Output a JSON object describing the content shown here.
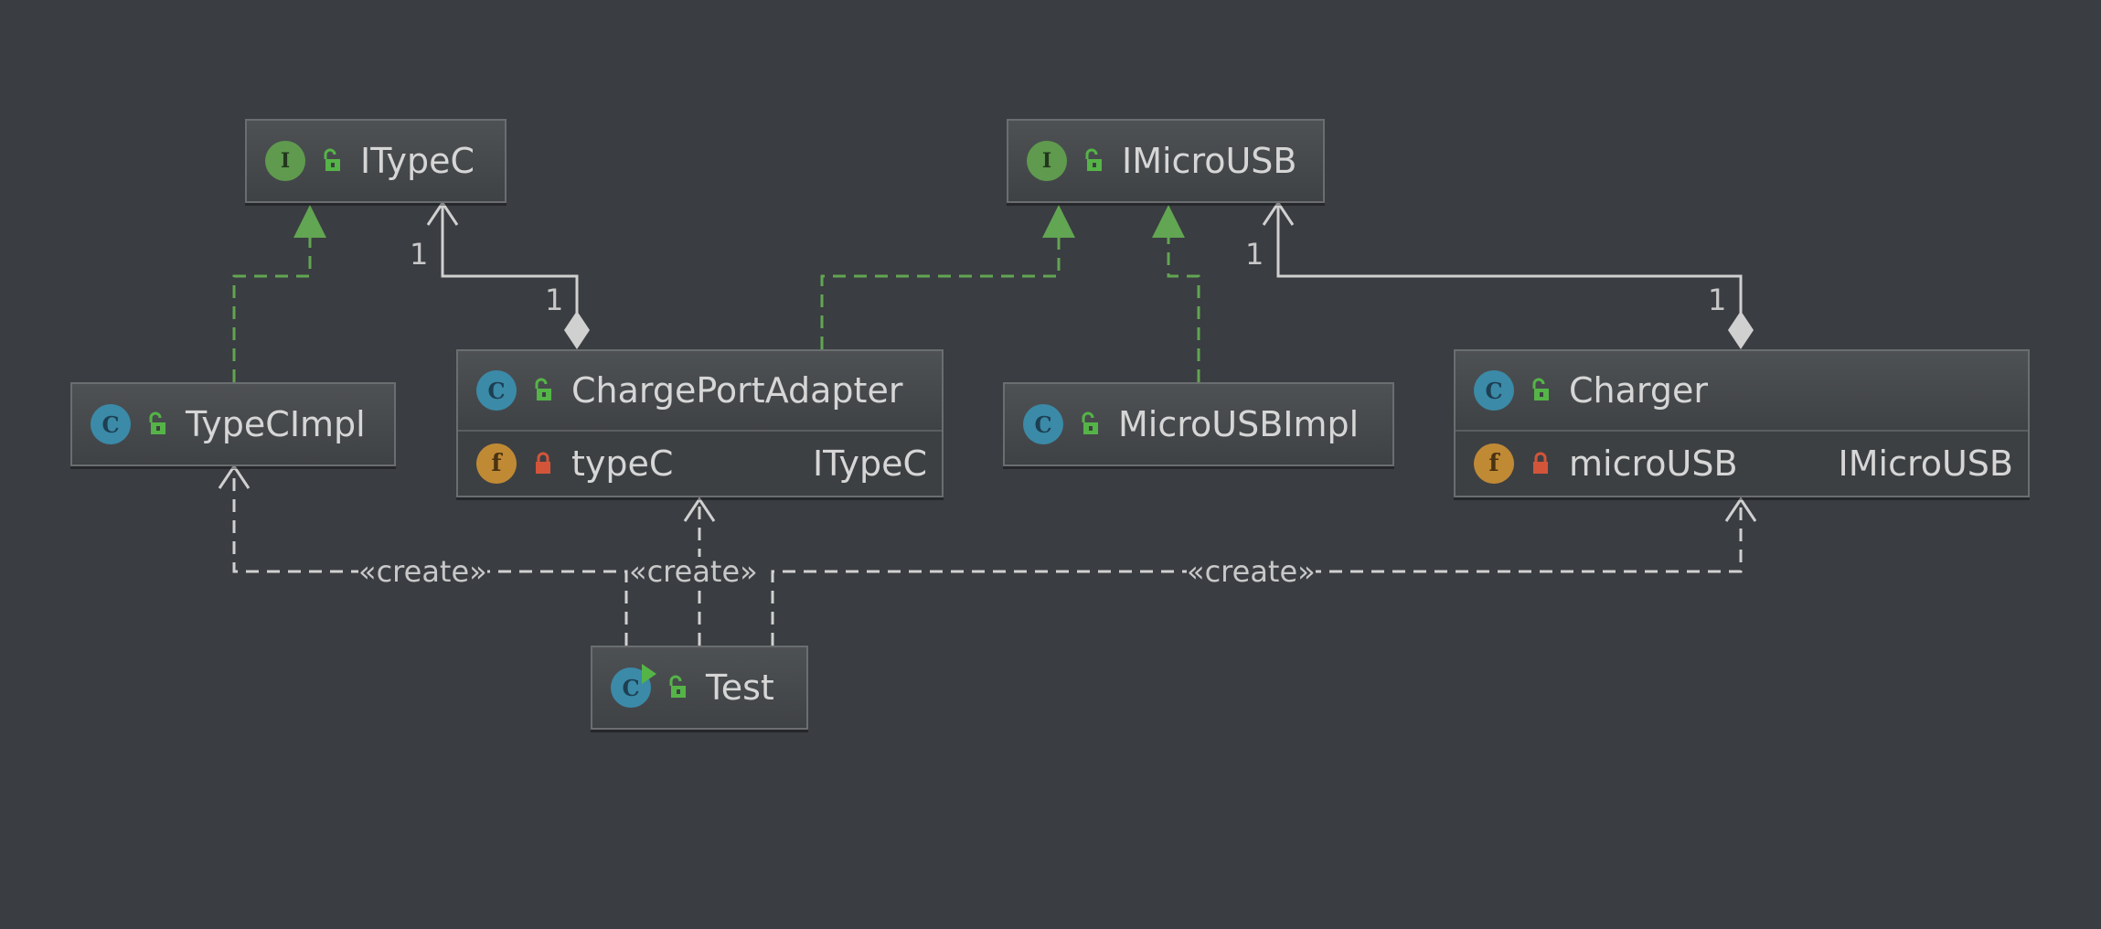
{
  "nodes": {
    "itypec": {
      "kind": "interface",
      "badge": "I",
      "name": "ITypeC"
    },
    "imicrousb": {
      "kind": "interface",
      "badge": "I",
      "name": "IMicroUSB"
    },
    "typecimpl": {
      "kind": "class",
      "badge": "C",
      "name": "TypeCImpl"
    },
    "chargeportadapter": {
      "kind": "class",
      "badge": "C",
      "name": "ChargePortAdapter",
      "field": {
        "badge": "f",
        "name": "typeC",
        "type": "ITypeC"
      }
    },
    "microusbimpl": {
      "kind": "class",
      "badge": "C",
      "name": "MicroUSBImpl"
    },
    "charger": {
      "kind": "class",
      "badge": "C",
      "name": "Charger",
      "field": {
        "badge": "f",
        "name": "microUSB",
        "type": "IMicroUSB"
      }
    },
    "test": {
      "kind": "runnable-class",
      "badge": "C",
      "name": "Test"
    }
  },
  "multiplicities": {
    "adapter_to_itypec_source": "1",
    "adapter_to_itypec_target": "1",
    "charger_to_imicrousb_source": "1",
    "charger_to_imicrousb_target": "1"
  },
  "dependency_labels": {
    "test_to_typecimpl": "«create»",
    "test_to_adapter": "«create»",
    "test_to_charger": "«create»"
  },
  "colors": {
    "background": "#3a3d41",
    "realization": "#62a552",
    "association": "#d0d0d0",
    "class_badge": "#3b8aa8",
    "interface_badge": "#5f9a4e",
    "field_badge": "#c08a35",
    "public_lock": "#55b447",
    "private_lock": "#d2553a"
  },
  "icons": {
    "public_visibility": "unlocked-padlock-icon",
    "private_visibility": "locked-padlock-icon",
    "runnable_marker": "run-triangle-icon"
  }
}
